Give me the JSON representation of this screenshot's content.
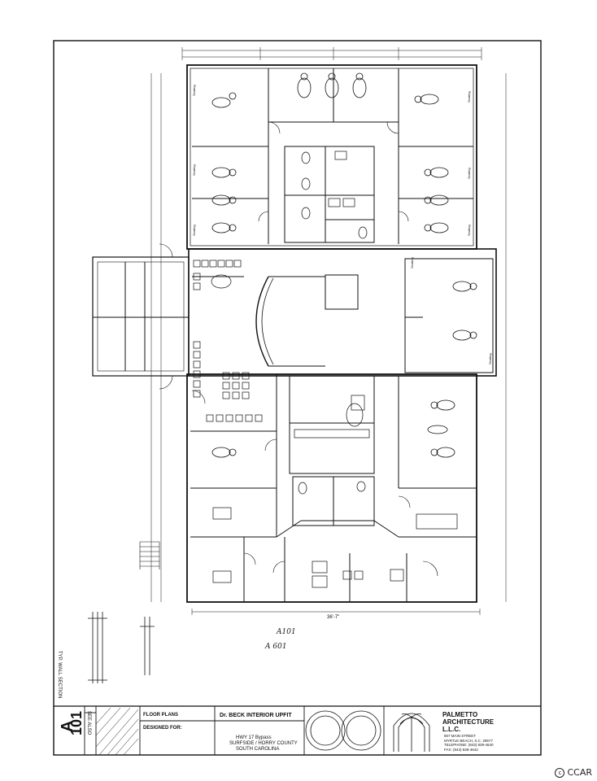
{
  "sheet": {
    "letter": "A",
    "number": "101",
    "section_label": "FLOOR PLANS",
    "designed_for_label": "DESIGNED FOR:",
    "project_title": "Dr. BECK INTERIOR UPFIT",
    "location_line1": "HWY 17 Bypass",
    "location_line2": "SURFSIDE / HORRY COUNTY",
    "location_line3": "SOUTH CAROLINA",
    "sheet_of": "SEE ALSO"
  },
  "architect": {
    "name_line1": "PALMETTO",
    "name_line2": "ARCHITECTURE",
    "name_line3": "L.L.C.",
    "address_line1": "807 MAIN STREET",
    "address_line2": "MYRTLE BEACH, S.C. 29577",
    "phone": "TELEPHONE: (843) 839-4640",
    "fax": "FAX: (843) 839-4642"
  },
  "annotations": {
    "wall_section": "TYP. WALL SECTION",
    "overall_dim": "36'-7\"",
    "hand_note_1": "A101",
    "hand_note_2": "A 601"
  },
  "watermark": {
    "text": "CCAR"
  }
}
